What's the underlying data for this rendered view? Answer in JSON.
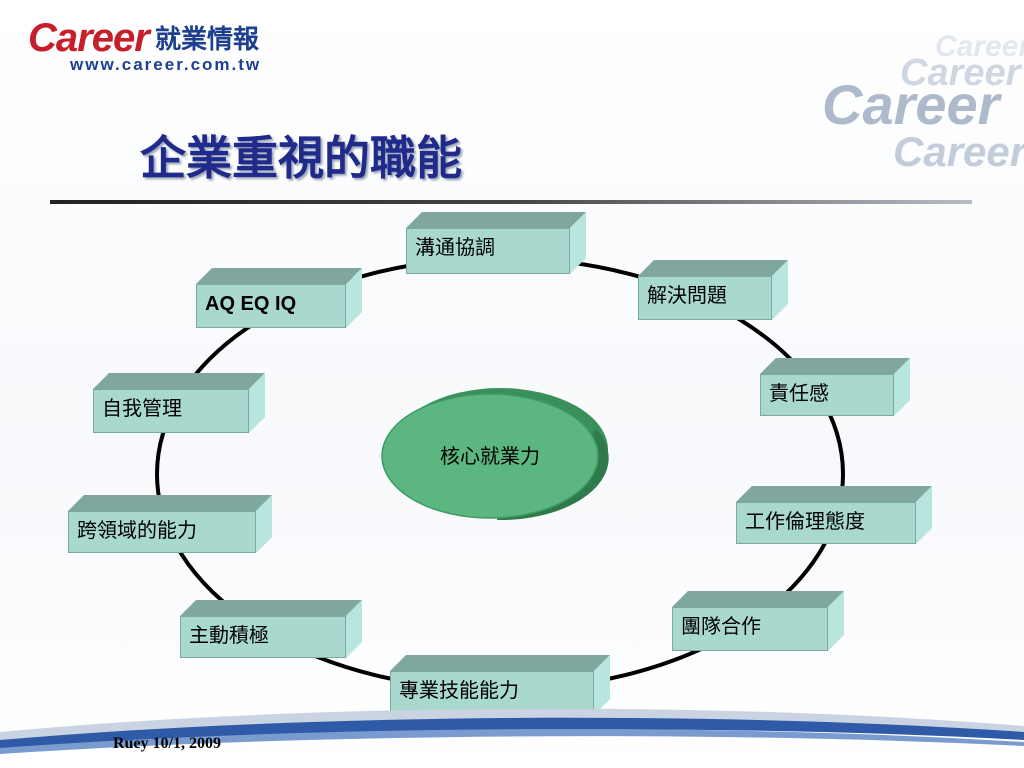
{
  "header": {
    "logo_word": "Career",
    "logo_zh": "就業情報",
    "logo_url": "www.career.com.tw",
    "watermark": "Career"
  },
  "slide": {
    "title": "企業重視的職能"
  },
  "diagram": {
    "center": "核心就業力",
    "items": [
      {
        "id": "communication",
        "label": "溝通協調"
      },
      {
        "id": "problem-solving",
        "label": "解決問題"
      },
      {
        "id": "responsibility",
        "label": "責任感"
      },
      {
        "id": "work-ethic",
        "label": "工作倫理態度"
      },
      {
        "id": "teamwork",
        "label": "團隊合作"
      },
      {
        "id": "professional-skills",
        "label": "專業技能能力"
      },
      {
        "id": "initiative",
        "label": "主動積極"
      },
      {
        "id": "cross-domain",
        "label": "跨領域的能力"
      },
      {
        "id": "self-management",
        "label": "自我管理"
      },
      {
        "id": "aq-eq-iq",
        "label": "AQ EQ IQ"
      }
    ],
    "colors": {
      "box_face": "#a9d8cf",
      "box_top": "#7fa69f",
      "box_side": "#b8e6de",
      "center_fill": "#5bb77f",
      "center_dark": "#3f9a63"
    }
  },
  "footer": {
    "text": "Ruey 10/1, 2009"
  }
}
